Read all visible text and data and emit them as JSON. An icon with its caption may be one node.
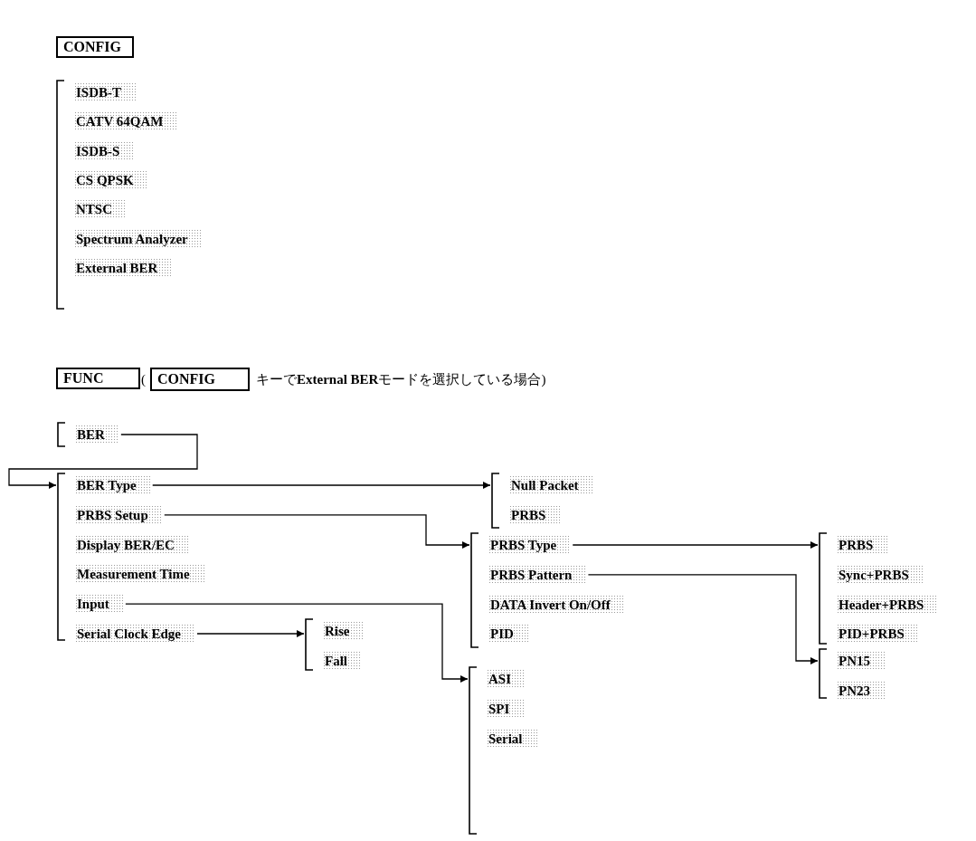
{
  "diagram": {
    "nodes": [
      {
        "text": [
          "CONFIG"
        ]
      },
      {
        "text": [],
        "shape": "bracket"
      },
      {
        "text": [
          "ISDB-T"
        ],
        "in": 1
      },
      {
        "text": [
          "CATV 64QAM"
        ],
        "in": 1
      },
      {
        "text": [
          "ISDB-S"
        ],
        "in": 1
      },
      {
        "text": [
          "CS QPSK"
        ],
        "in": 1
      },
      {
        "text": [
          "NTSC"
        ],
        "in": 1
      },
      {
        "text": [
          "Spectrum Analyzer"
        ],
        "in": 1
      },
      {
        "text": [
          "External BER"
        ],
        "in": 1
      },
      {
        "text": [
          "FUNC"
        ]
      },
      {
        "text": [
          "CONFIG"
        ]
      },
      {
        "text": [],
        "shape": "bracket"
      },
      {
        "text": [
          "BER"
        ],
        "in": 11
      },
      {
        "text": [],
        "shape": "bracket"
      },
      {
        "text": [
          "BER Type"
        ],
        "in": 13
      },
      {
        "text": [
          "PRBS Setup"
        ],
        "in": 13
      },
      {
        "text": [
          "Display BER/EC"
        ],
        "in": 13
      },
      {
        "text": [
          "Measurement Time"
        ],
        "in": 13
      },
      {
        "text": [
          "Input"
        ],
        "in": 13
      },
      {
        "text": [
          "Serial Clock Edge"
        ],
        "in": 13
      },
      {
        "text": [],
        "shape": "bracket"
      },
      {
        "text": [
          "Null Packet"
        ],
        "in": 20
      },
      {
        "text": [
          "PRBS"
        ],
        "in": 20
      },
      {
        "text": [],
        "shape": "bracket"
      },
      {
        "text": [
          "PRBS Type"
        ],
        "in": 23
      },
      {
        "text": [
          "PRBS Pattern"
        ],
        "in": 23
      },
      {
        "text": [
          "DATA Invert On/Off"
        ],
        "in": 23
      },
      {
        "text": [
          "PID"
        ],
        "in": 23
      },
      {
        "text": [],
        "shape": "bracket"
      },
      {
        "text": [
          "PRBS"
        ],
        "in": 28
      },
      {
        "text": [
          "Sync+PRBS"
        ],
        "in": 28
      },
      {
        "text": [
          "Header+PRBS"
        ],
        "in": 28
      },
      {
        "text": [
          "PID+PRBS"
        ],
        "in": 28
      },
      {
        "text": [],
        "shape": "bracket"
      },
      {
        "text": [
          "PN15"
        ],
        "in": 33
      },
      {
        "text": [
          "PN23"
        ],
        "in": 33
      },
      {
        "text": [],
        "shape": "bracket"
      },
      {
        "text": [
          "Rise"
        ],
        "in": 36
      },
      {
        "text": [
          "Fall"
        ],
        "in": 36
      },
      {
        "text": [],
        "shape": "bracket"
      },
      {
        "text": [
          "ASI"
        ],
        "in": 39
      },
      {
        "text": [
          "SPI"
        ],
        "in": 39
      },
      {
        "text": [
          "Serial"
        ],
        "in": 39
      }
    ],
    "edges": [
      {
        "from": 12,
        "to": 13,
        "arrow": "to"
      },
      {
        "from": 14,
        "to": 20,
        "arrow": "to"
      },
      {
        "from": 15,
        "to": 23,
        "arrow": "to"
      },
      {
        "from": 18,
        "to": 39,
        "arrow": "to"
      },
      {
        "from": 19,
        "to": 36,
        "arrow": "to"
      },
      {
        "from": 24,
        "to": 28,
        "arrow": "to"
      },
      {
        "from": 25,
        "to": 33,
        "arrow": "to"
      }
    ],
    "labels": [
      "(",
      "キーで**External BER**モードを選択している場合)"
    ]
  }
}
